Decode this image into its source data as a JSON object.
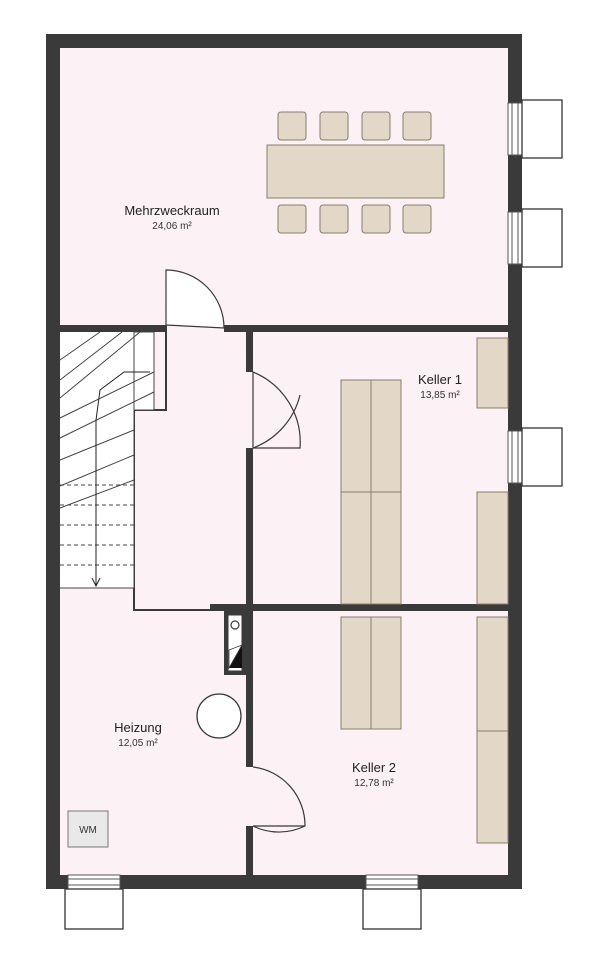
{
  "colors": {
    "floor": "#fcf1f4",
    "wall": "#3a3a3a",
    "furniture": "#e3d7c7",
    "furniture_line": "#8a7d6f",
    "line": "#555555",
    "outside": "#ffffff"
  },
  "rooms": [
    {
      "name": "Mehrzweckraum",
      "area": "24,06 m²"
    },
    {
      "name": "Keller 1",
      "area": "13,85 m²"
    },
    {
      "name": "Heizung",
      "area": "12,05 m²"
    },
    {
      "name": "Keller 2",
      "area": "12,78 m²"
    }
  ],
  "appliances": {
    "washing_machine": "WM"
  }
}
